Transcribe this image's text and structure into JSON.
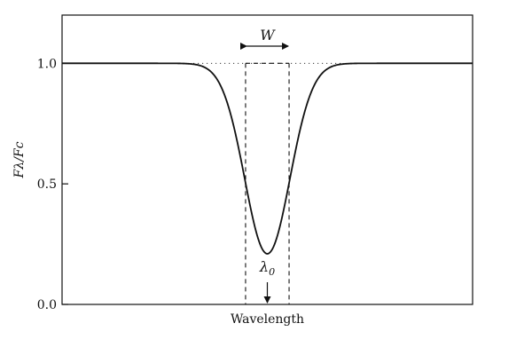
{
  "chart_data": {
    "type": "line",
    "title": "",
    "xlabel": "Wavelength",
    "ylabel": "Fλ/Fc",
    "x_range": [
      0,
      1
    ],
    "ylim": [
      0,
      1.2
    ],
    "y_ticks": [
      {
        "value": 0.0,
        "label": "0.0"
      },
      {
        "value": 0.5,
        "label": "0.5"
      },
      {
        "value": 1.0,
        "label": "1.0"
      }
    ],
    "grid": false,
    "series": [
      {
        "profile": "gaussian absorption line",
        "continuum": 1.0,
        "center": 0.5,
        "minimum": 0.21,
        "sigma": 0.055
      }
    ],
    "annotations": {
      "equivalent_width_label": "W",
      "line_center_label": "λ",
      "line_center_subscript": "0",
      "equivalent_width_box": {
        "x_start": 0.447,
        "x_end": 0.553,
        "y_top": 1.0
      }
    }
  }
}
